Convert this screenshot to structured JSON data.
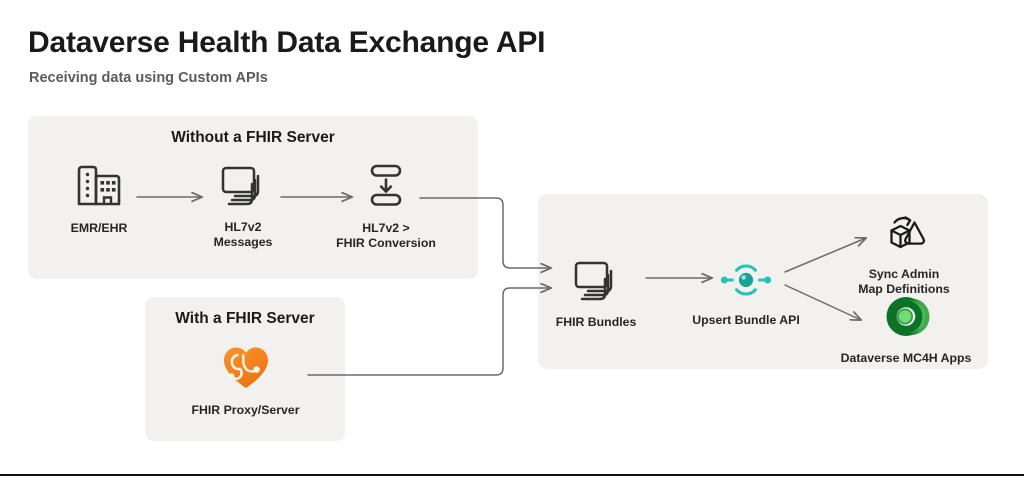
{
  "header": {
    "title": "Dataverse Health Data Exchange API",
    "subtitle": "Receiving data using Custom APIs"
  },
  "panels": {
    "without_fhir": {
      "title": "Without a FHIR Server",
      "nodes": [
        {
          "icon": "office-building-icon",
          "label": "EMR/EHR"
        },
        {
          "icon": "stacked-messages-icon",
          "label": "HL7v2\nMessages"
        },
        {
          "icon": "convert-down-icon",
          "label": "HL7v2 >\nFHIR  Conversion"
        }
      ]
    },
    "with_fhir": {
      "title": "With a FHIR Server",
      "nodes": [
        {
          "icon": "fhir-heart-logo-icon",
          "label": "FHIR Proxy/Server"
        }
      ]
    },
    "dataverse": {
      "title": "",
      "nodes": [
        {
          "icon": "stacked-bundles-icon",
          "label": "FHIR Bundles"
        },
        {
          "icon": "api-connector-icon",
          "label": "Upsert Bundle API"
        },
        {
          "icon": "map-transform-icon",
          "label": "Sync Admin\nMap Definitions"
        },
        {
          "icon": "dataverse-logo-icon",
          "label": "Dataverse MC4H Apps"
        }
      ]
    }
  },
  "colors": {
    "panel_background": "#f2f1ef",
    "page_background": "#ffffff",
    "title_text": "#1a1a1a",
    "subtitle_text": "#5b5b5b",
    "icon_stroke": "#333333",
    "connector_line": "#6b6b6b",
    "fhir_orange": "#F58220",
    "fhir_orange_dark": "#E8750E",
    "api_teal": "#22C5B4",
    "api_teal_dark": "#17A295",
    "dataverse_green_dark": "#0B7227",
    "dataverse_green_mid": "#2F9E44",
    "dataverse_green_light": "#5FD36A",
    "footer_rule": "#111111"
  }
}
